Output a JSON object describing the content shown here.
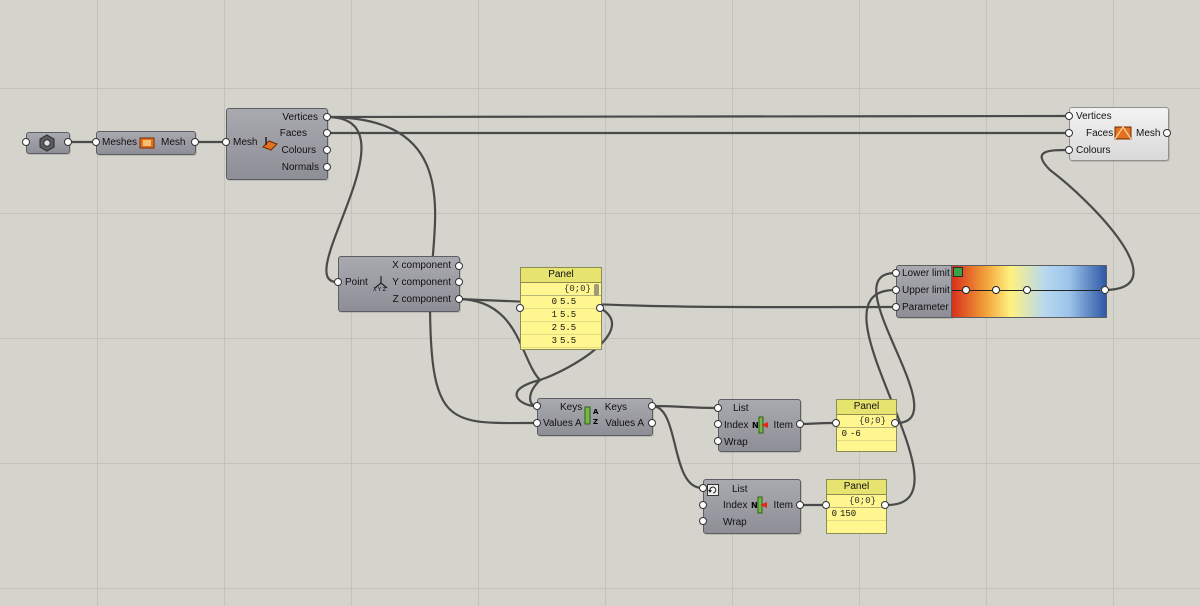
{
  "canvas": {
    "background": "#d4d4cc",
    "wire_color": "#4a4a4a"
  },
  "mesh_param": {
    "icon": "mesh-parameter-icon"
  },
  "mesh_convert": {
    "input": "Meshes",
    "output": "Mesh",
    "icon": "mesh-convert-icon"
  },
  "deconstruct_mesh": {
    "input": "Mesh",
    "outputs": [
      "Vertices",
      "Faces",
      "Colours",
      "Normals"
    ],
    "icon": "deconstruct-mesh-icon"
  },
  "construct_mesh": {
    "inputs": [
      "Vertices",
      "Faces",
      "Colours"
    ],
    "output": "Mesh",
    "icon": "construct-mesh-icon"
  },
  "deconstruct_point": {
    "input": "Point",
    "outputs": [
      "X component",
      "Y component",
      "Z component"
    ],
    "icon": "deconstruct-point-icon"
  },
  "panel_values": {
    "title": "Panel",
    "path": "{0;0}",
    "rows": [
      {
        "index": "0",
        "value": "5.5"
      },
      {
        "index": "1",
        "value": "5.5"
      },
      {
        "index": "2",
        "value": "5.5"
      },
      {
        "index": "3",
        "value": "5.5"
      }
    ]
  },
  "gradient": {
    "inputs": [
      "Lower limit",
      "Upper limit",
      "Parameter"
    ],
    "colors": [
      "#d8301c",
      "#f2a23a",
      "#fff280",
      "#b8d8ef",
      "#2f58a6"
    ],
    "icon": "gradient-icon"
  },
  "sort_list": {
    "inputs": [
      "Keys",
      "Values A"
    ],
    "outputs": [
      "Keys",
      "Values A"
    ],
    "icon": "sort-list-icon"
  },
  "list_item_1": {
    "inputs": [
      "List",
      "Index",
      "Wrap"
    ],
    "output": "Item",
    "icon": "list-item-icon"
  },
  "panel_min": {
    "title": "Panel",
    "path": "{0;0}",
    "row_index": "0",
    "row_value": "-6"
  },
  "list_item_2": {
    "inputs": [
      "List",
      "Index",
      "Wrap"
    ],
    "output": "Item",
    "icon": "list-item-icon",
    "reverse_icon": "reverse-icon"
  },
  "panel_max": {
    "title": "Panel",
    "path": "{0;0}",
    "row_index": "0",
    "row_value": "150"
  }
}
